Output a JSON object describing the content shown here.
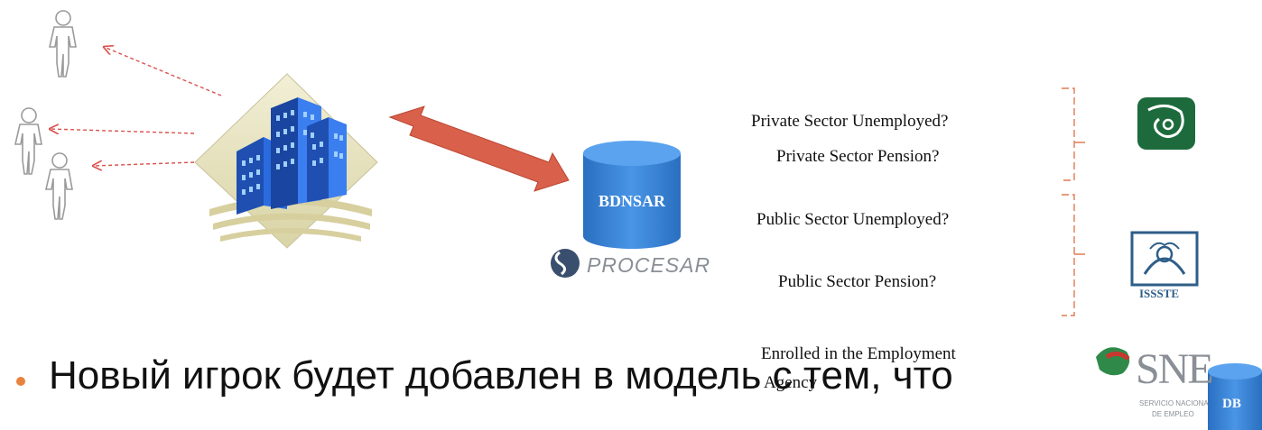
{
  "colors": {
    "arrow_red": "#d9534f",
    "bracket": "#e07a50",
    "db_blue": "#2e79cc",
    "imss_green": "#1d6b3c",
    "issste_blue": "#2e5e88",
    "bullet": "#e8823c"
  },
  "database": {
    "label": "BDNSAR"
  },
  "logos": {
    "procesar": "PROCESAR",
    "sne": "SNE",
    "issste": "ISSSTE"
  },
  "questions": {
    "private_unemployed": "Private Sector Unemployed?",
    "private_pension": "Private Sector Pension?",
    "public_unemployed": "Public Sector Unemployed?",
    "public_pension": "Public Sector Pension?",
    "employment_agency_line1": "Enrolled in the Employment",
    "employment_agency_line2": "Agency"
  },
  "small_db": {
    "label": "DB"
  },
  "bullet": {
    "text": "Новый игрок будет добавлен в модель с тем, что"
  }
}
